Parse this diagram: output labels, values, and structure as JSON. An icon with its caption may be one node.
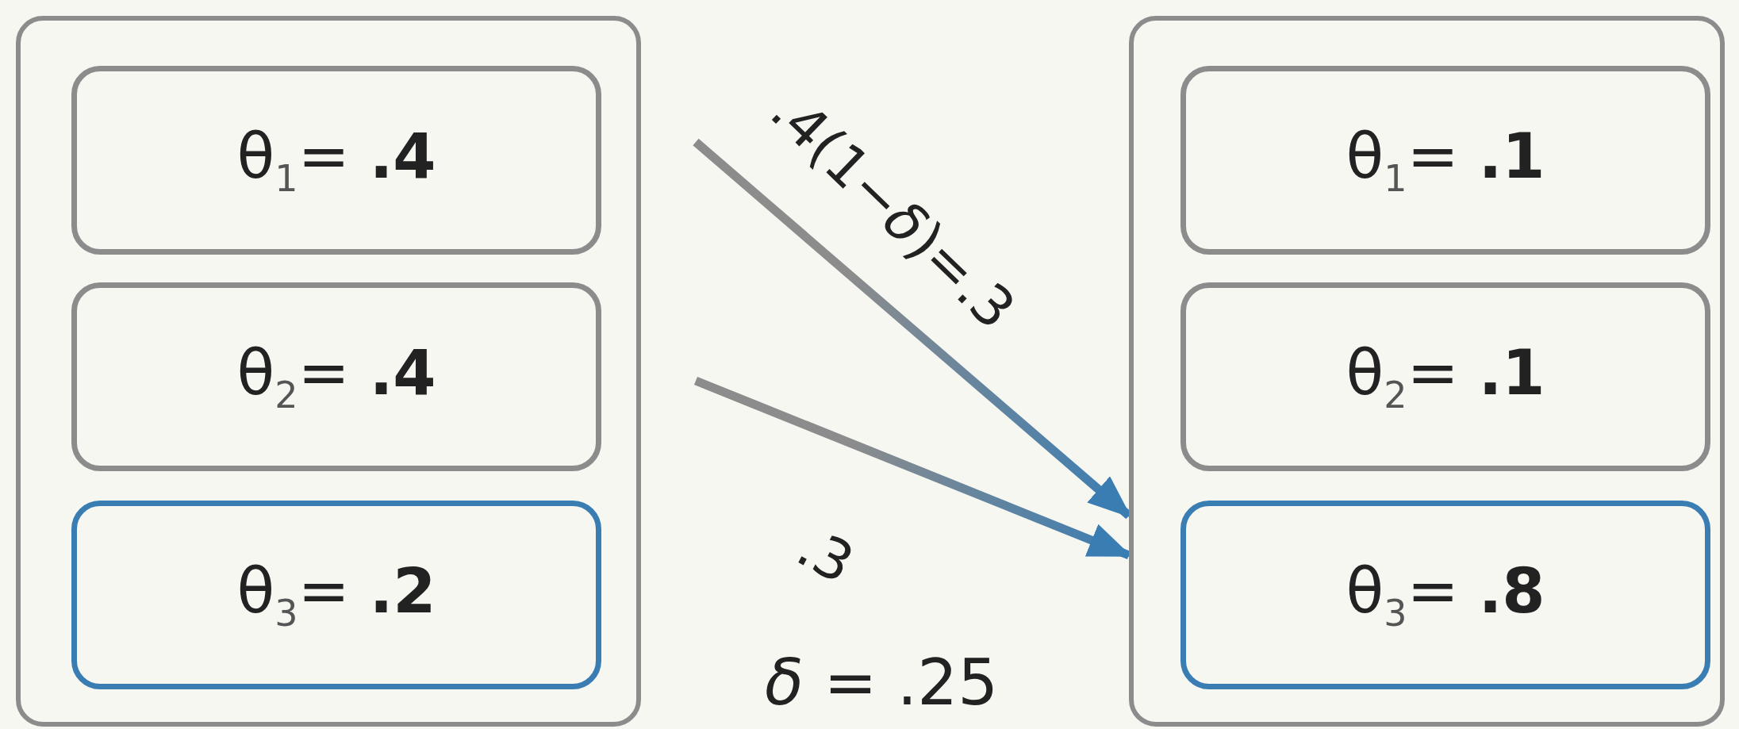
{
  "diagram": {
    "nodes": [
      {
        "text": [],
        "shape": "box"
      },
      {
        "text": [
          "θ$_{1}$= **.4**"
        ],
        "in": 0
      },
      {
        "text": [
          "θ$_{2}$= **.4**"
        ],
        "in": 0
      },
      {
        "text": [
          "θ$_{3}$= **.2**"
        ],
        "in": 0
      },
      {
        "text": [],
        "shape": "box"
      },
      {
        "text": [
          "θ$_{1}$= **.1**"
        ],
        "in": 4
      },
      {
        "text": [
          "θ$_{2}$= **.1**"
        ],
        "in": 4
      },
      {
        "text": [
          "θ$_{3}$= **.8**"
        ],
        "in": 4
      }
    ],
    "edges": [
      {
        "from": null,
        "to": 4,
        "arrow": "to",
        "label": ".4(1−*δ*)=.3"
      },
      {
        "from": null,
        "to": 4,
        "arrow": "to",
        "label": ".3"
      }
    ],
    "labels": [
      "*δ* = .25"
    ]
  }
}
